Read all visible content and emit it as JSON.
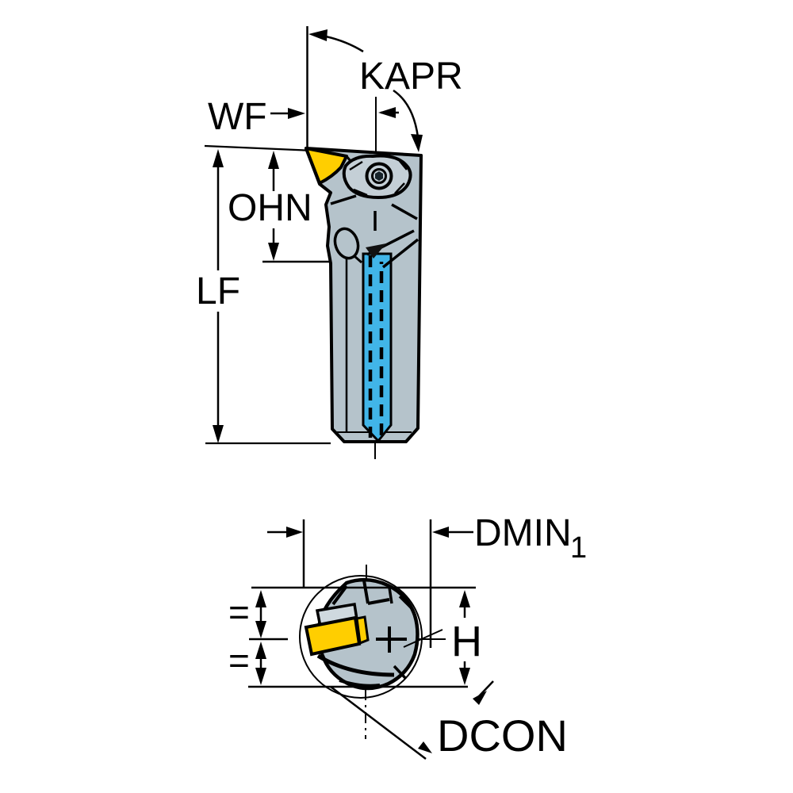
{
  "labels": {
    "kapr": "KAPR",
    "wf": "WF",
    "ohn": "OHN",
    "lf": "LF",
    "dmin": "DMIN",
    "dmin_sub": "1",
    "h": "H",
    "dcon": "DCON",
    "eq_upper": "=",
    "eq_lower": "="
  },
  "colors": {
    "background": "#ffffff",
    "line_black": "#000000",
    "body_gray": "#b5c3cb",
    "clamp_gray": "#c4cfd6",
    "shim_gray": "#cfd9df",
    "insert_yellow": "#ffce00",
    "coolant_blue": "#41b5e8",
    "screw_dark": "#17232a"
  }
}
